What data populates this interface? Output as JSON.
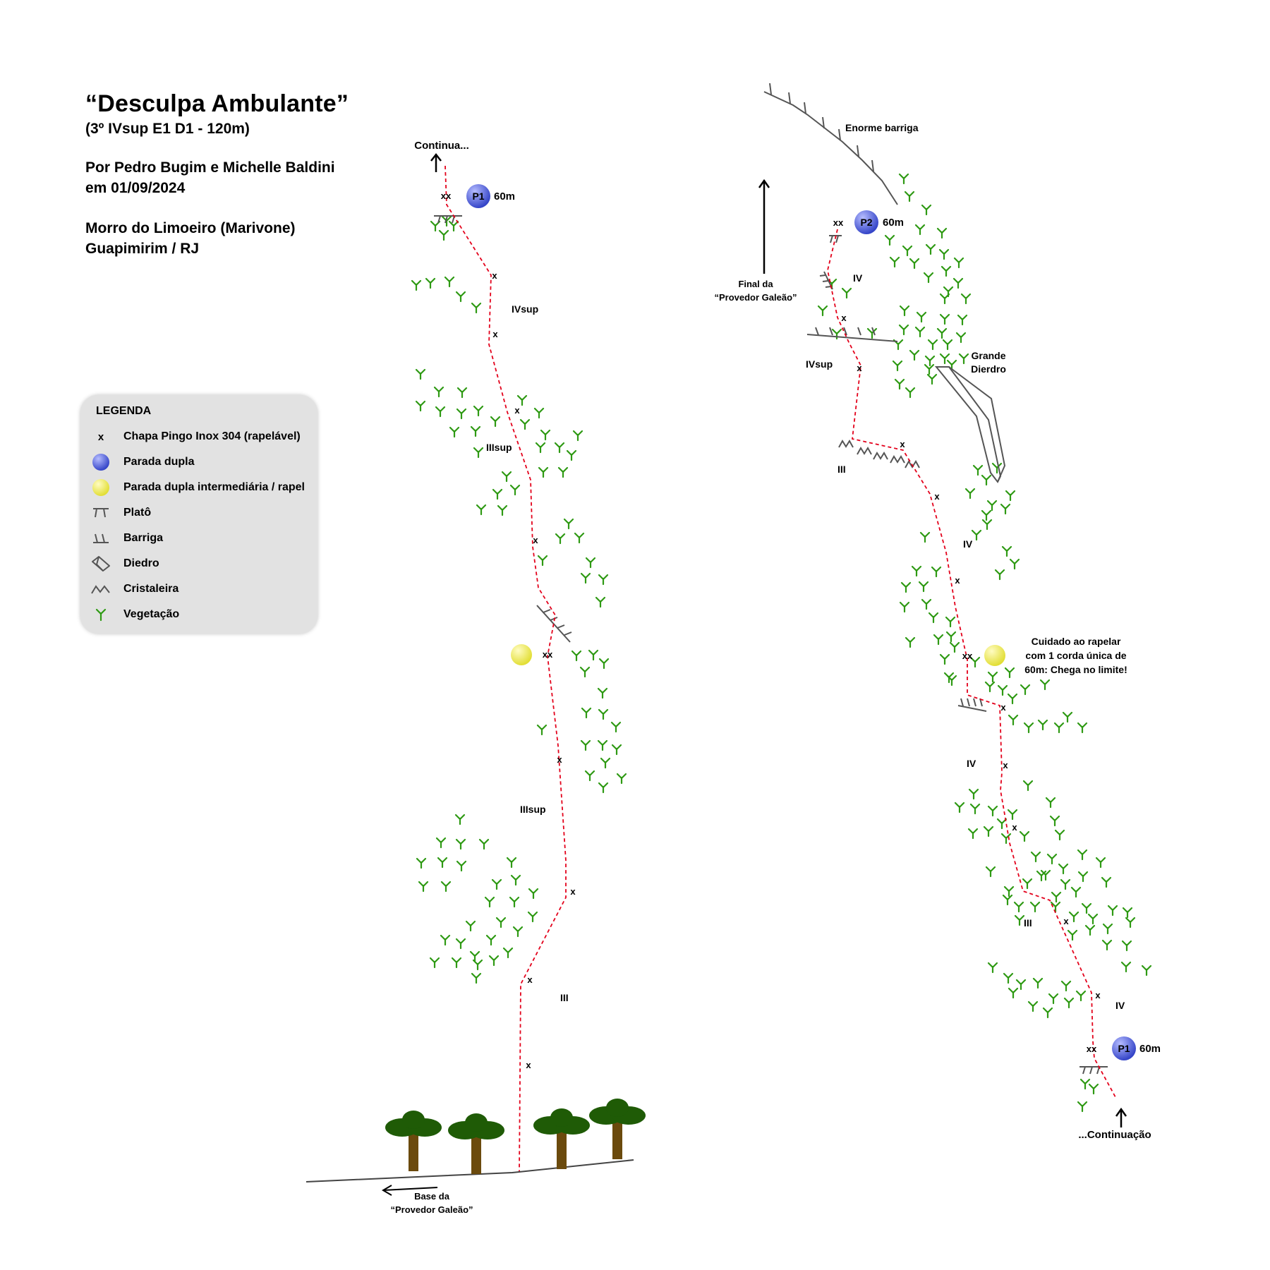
{
  "header": {
    "title": "“Desculpa Ambulante”",
    "subtitle": "(3º IVsup E1 D1 - 120m)",
    "authors": "Por Pedro Bugim e Michelle Baldini",
    "date": "em 01/09/2024",
    "location": "Morro do Limoeiro (Marivone)",
    "city": "Guapimirim / RJ"
  },
  "legend": {
    "title": "LEGENDA",
    "items": [
      {
        "symbol": "x-mark",
        "label": "Chapa Pingo Inox 304 (rapelável)"
      },
      {
        "symbol": "blue-ball",
        "label": "Parada dupla"
      },
      {
        "symbol": "yellow-ball",
        "label": "Parada dupla intermediária / rapel"
      },
      {
        "symbol": "plato-icon",
        "label": "Platô"
      },
      {
        "symbol": "barriga-icon",
        "label": "Barriga"
      },
      {
        "symbol": "diedro-icon",
        "label": "Diedro"
      },
      {
        "symbol": "cristaleira-icon",
        "label": "Cristaleira"
      },
      {
        "symbol": "vegetation-icon",
        "label": "Vegetação"
      }
    ]
  },
  "colors": {
    "route": "#e3001b",
    "vegetation": "#2f9a14",
    "feature": "#555555",
    "belay": "#4f5fe0",
    "intermediate": "#f2f05a",
    "trunk": "#6b4a0d",
    "canopy": "#1f5b06"
  },
  "labels": {
    "bolt": "x",
    "double_bolt": "xx",
    "left": {
      "continua": "Continua...",
      "p1": "P1",
      "p1_len": "60m",
      "grade1": "IVsup",
      "grade2": "IIIsup",
      "grade3": "IIIsup",
      "grade4": "III",
      "base_line1": "Base da",
      "base_line2": "“Provedor Galeão”"
    },
    "right": {
      "barriga": "Enorme barriga",
      "final_line1": "Final da",
      "final_line2": "“Provedor Galeão”",
      "p2": "P2",
      "p2_len": "60m",
      "grade_iv_top": "IV",
      "grade_ivsup": "IVsup",
      "diedro_line1": "Grande",
      "diedro_line2": "Dierdro",
      "grade_iii_top": "III",
      "grade_iv_mid": "IV",
      "warn_line1": "Cuidado ao rapelar",
      "warn_line2": "com 1 corda única de",
      "warn_line3": "60m: Chega no limite!",
      "grade_iv_low": "IV",
      "grade_iii_low": "III",
      "grade_iv_bottom": "IV",
      "p1": "P1",
      "p1_len": "60m",
      "continuacao": "...Continuação"
    }
  }
}
